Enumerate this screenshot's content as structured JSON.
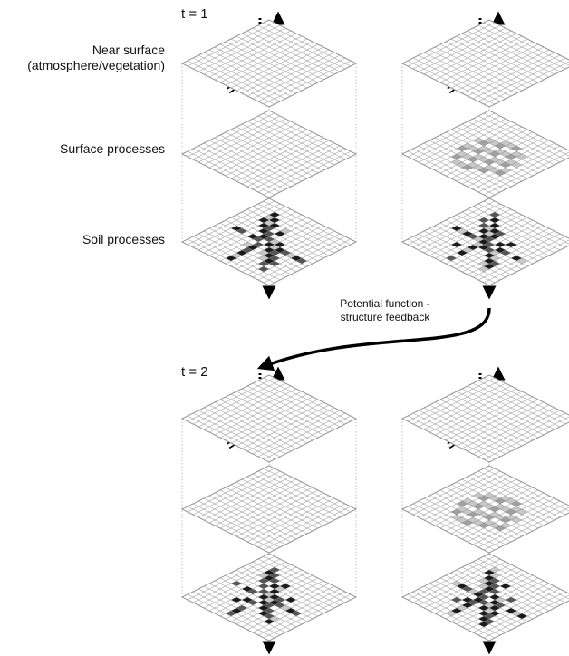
{
  "labels": {
    "t1": "t = 1",
    "t2": "t = 2",
    "near_surface_line1": "Near surface",
    "near_surface_line2": "(atmosphere/vegetation)",
    "surface": "Surface processes",
    "soil": "Soil processes",
    "feedback_line1": "Potential function -",
    "feedback_line2": "structure feedback"
  },
  "colors": {
    "grid_line": "#888888",
    "arrow": "#555555",
    "cell_dark": "#1a1a1a",
    "cell_mid": "#555555",
    "cell_light": "#c8c8c8",
    "flux": "#000000"
  }
}
